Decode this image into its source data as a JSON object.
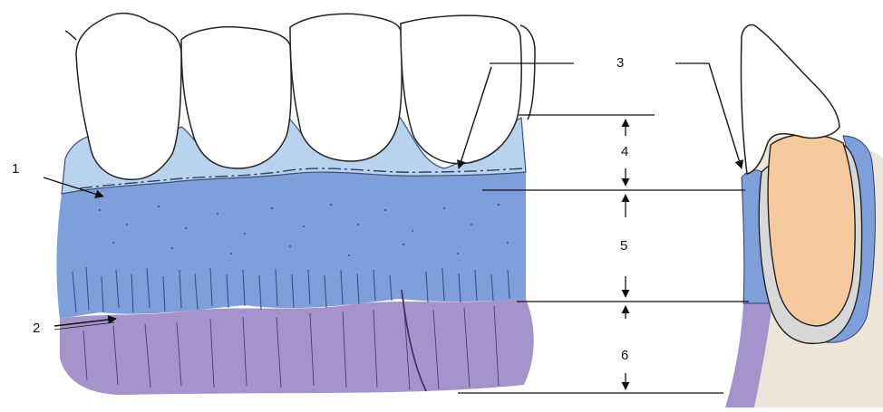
{
  "labels": {
    "marker_1": "1",
    "marker_2": "2",
    "marker_3": "3",
    "marker_4": "4",
    "marker_5": "5",
    "marker_6": "6"
  },
  "colors": {
    "tooth_fill": "#ffffff",
    "outline": "#222222",
    "free_gingiva": "#b9d3ee",
    "attached_gingiva": "#7e9fd9",
    "alveolar_mucosa": "#a593cc",
    "dentin_pulp": "#f6c99f",
    "bone": "#ede5da",
    "dark_speckle": "#4a5f9c"
  },
  "icons": [
    "arrow-icon",
    "double-arrow-icon",
    "dimension-arrow-icon"
  ]
}
